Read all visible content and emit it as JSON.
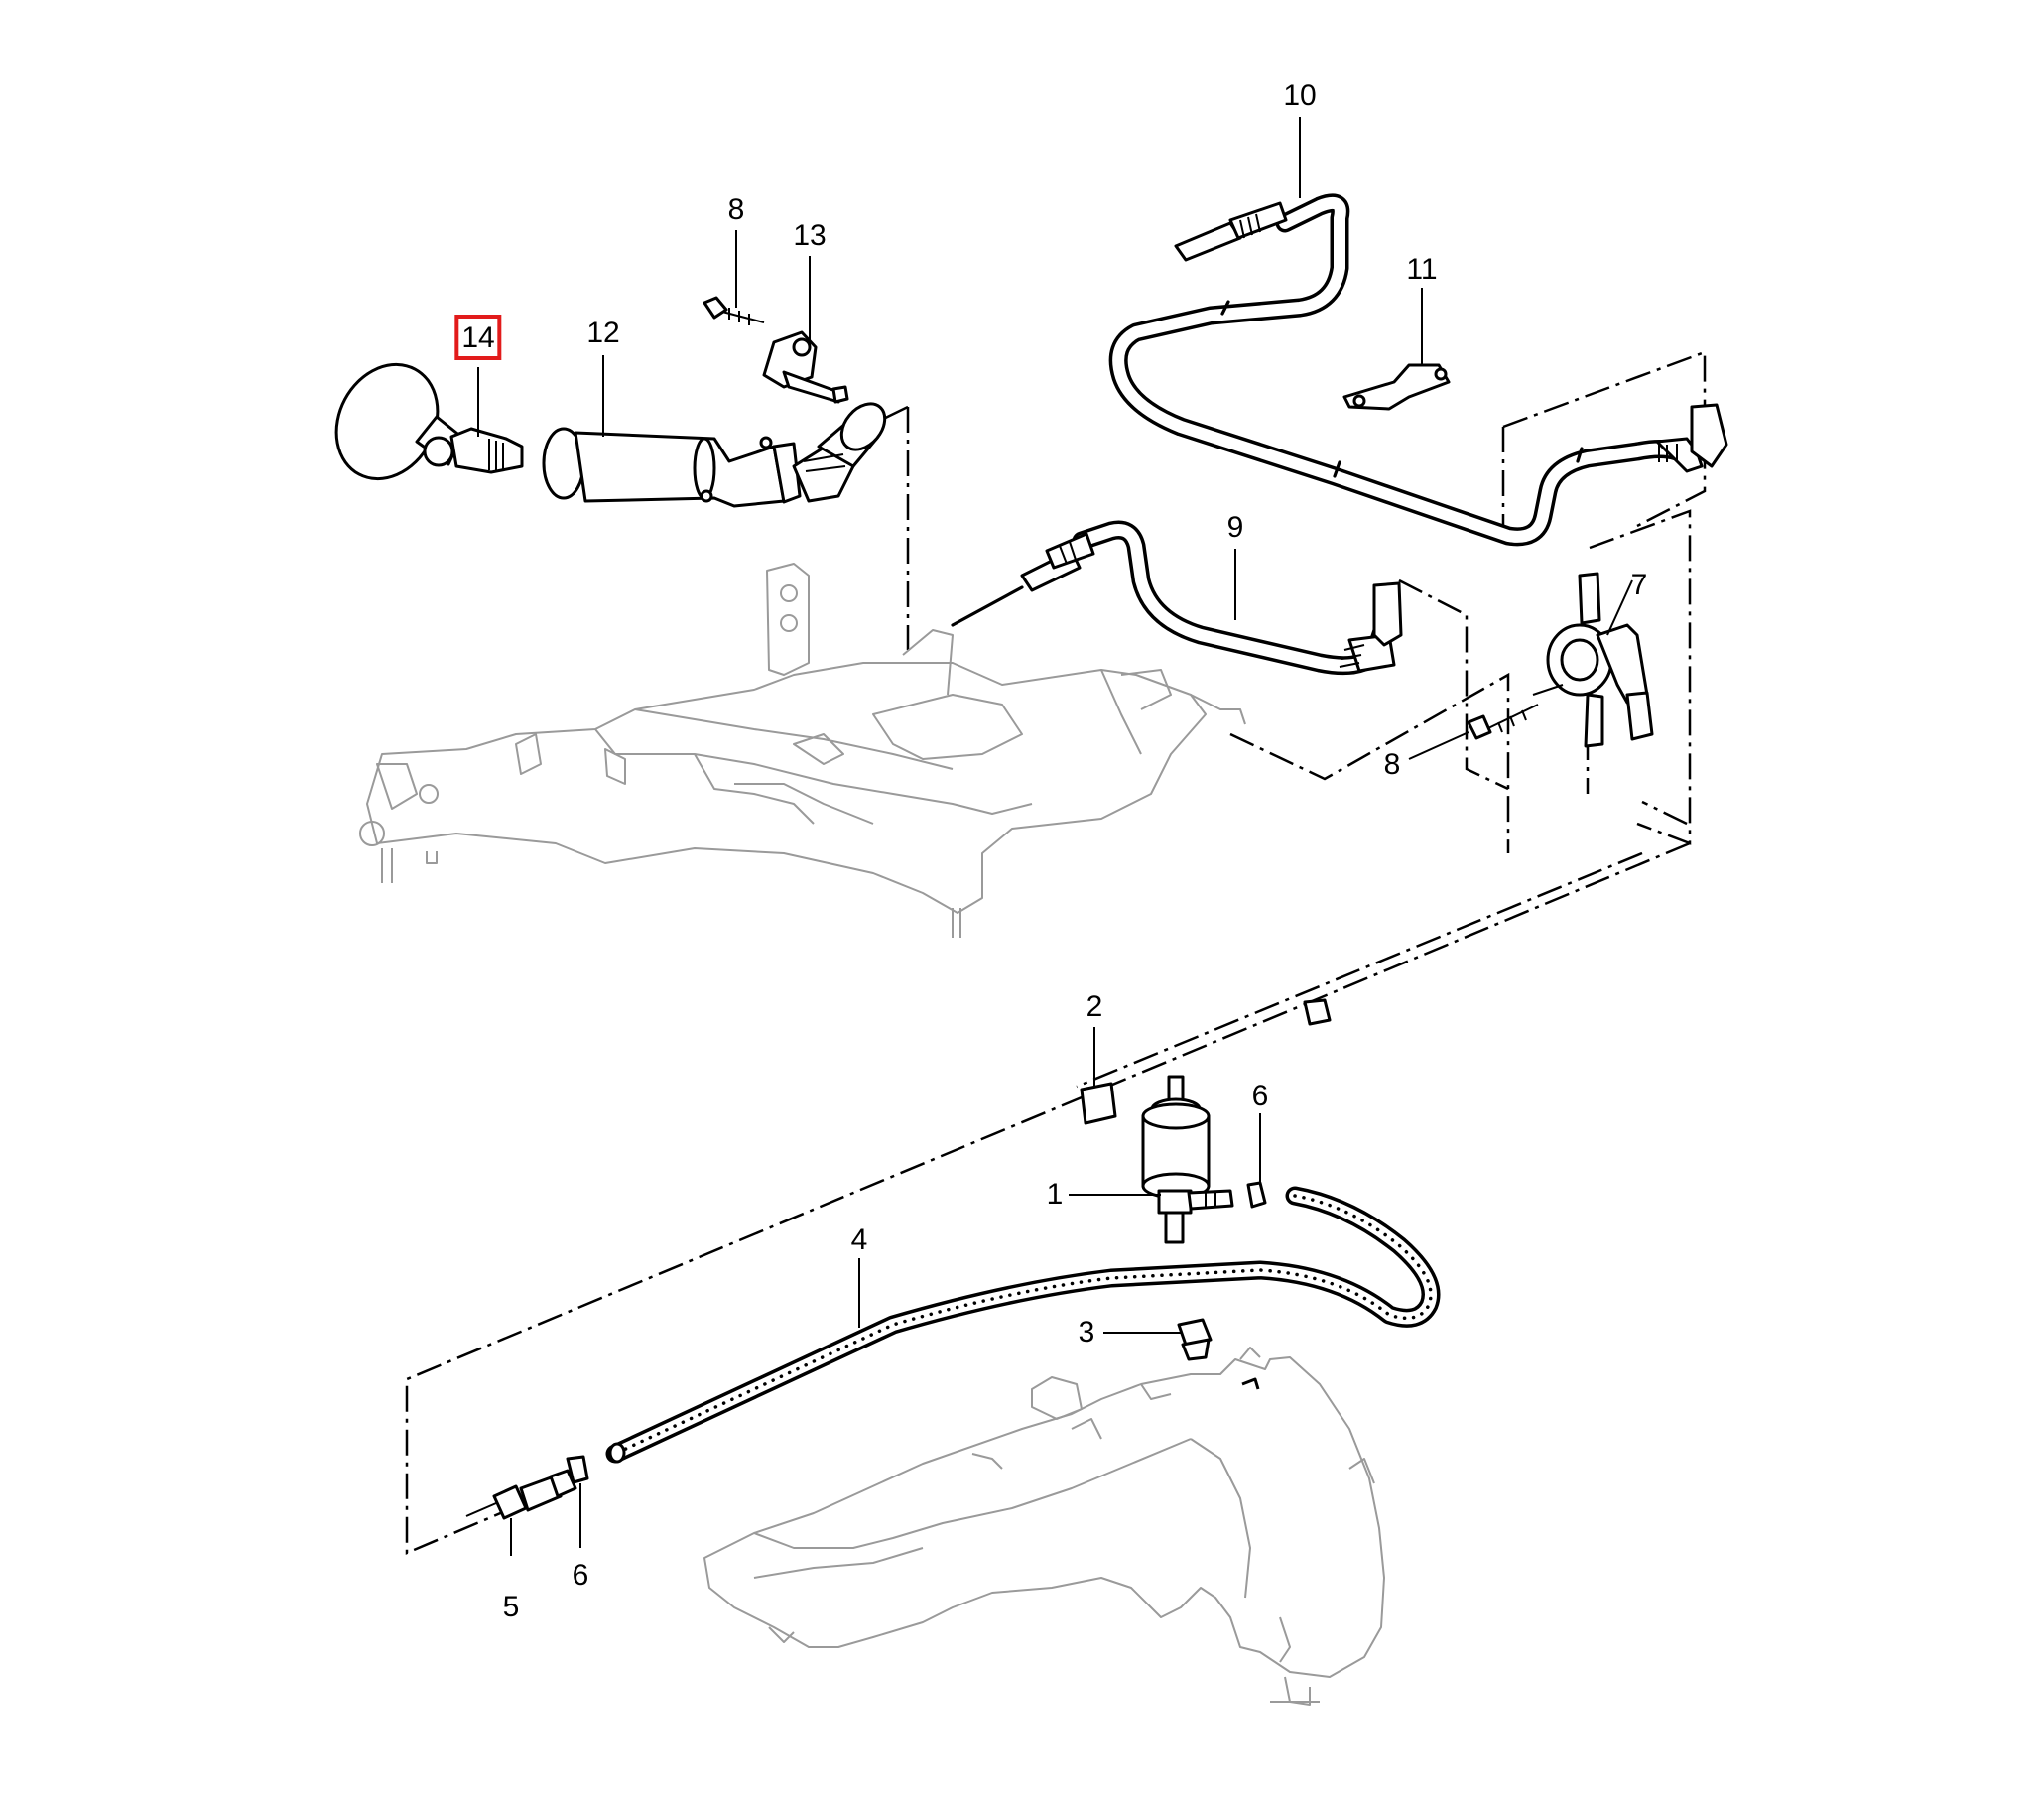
{
  "diagram": {
    "highlight_color": "#e21b1b",
    "callouts": [
      {
        "id": "c14",
        "label": "14",
        "highlighted": true
      },
      {
        "id": "c12",
        "label": "12"
      },
      {
        "id": "c8a",
        "label": "8"
      },
      {
        "id": "c13",
        "label": "13"
      },
      {
        "id": "c10",
        "label": "10"
      },
      {
        "id": "c11",
        "label": "11"
      },
      {
        "id": "c9",
        "label": "9"
      },
      {
        "id": "c7",
        "label": "7"
      },
      {
        "id": "c8b",
        "label": "8"
      },
      {
        "id": "c2",
        "label": "2"
      },
      {
        "id": "c6a",
        "label": "6"
      },
      {
        "id": "c1",
        "label": "1"
      },
      {
        "id": "c4",
        "label": "4"
      },
      {
        "id": "c3",
        "label": "3"
      },
      {
        "id": "c5",
        "label": "5"
      },
      {
        "id": "c6b",
        "label": "6"
      }
    ]
  }
}
